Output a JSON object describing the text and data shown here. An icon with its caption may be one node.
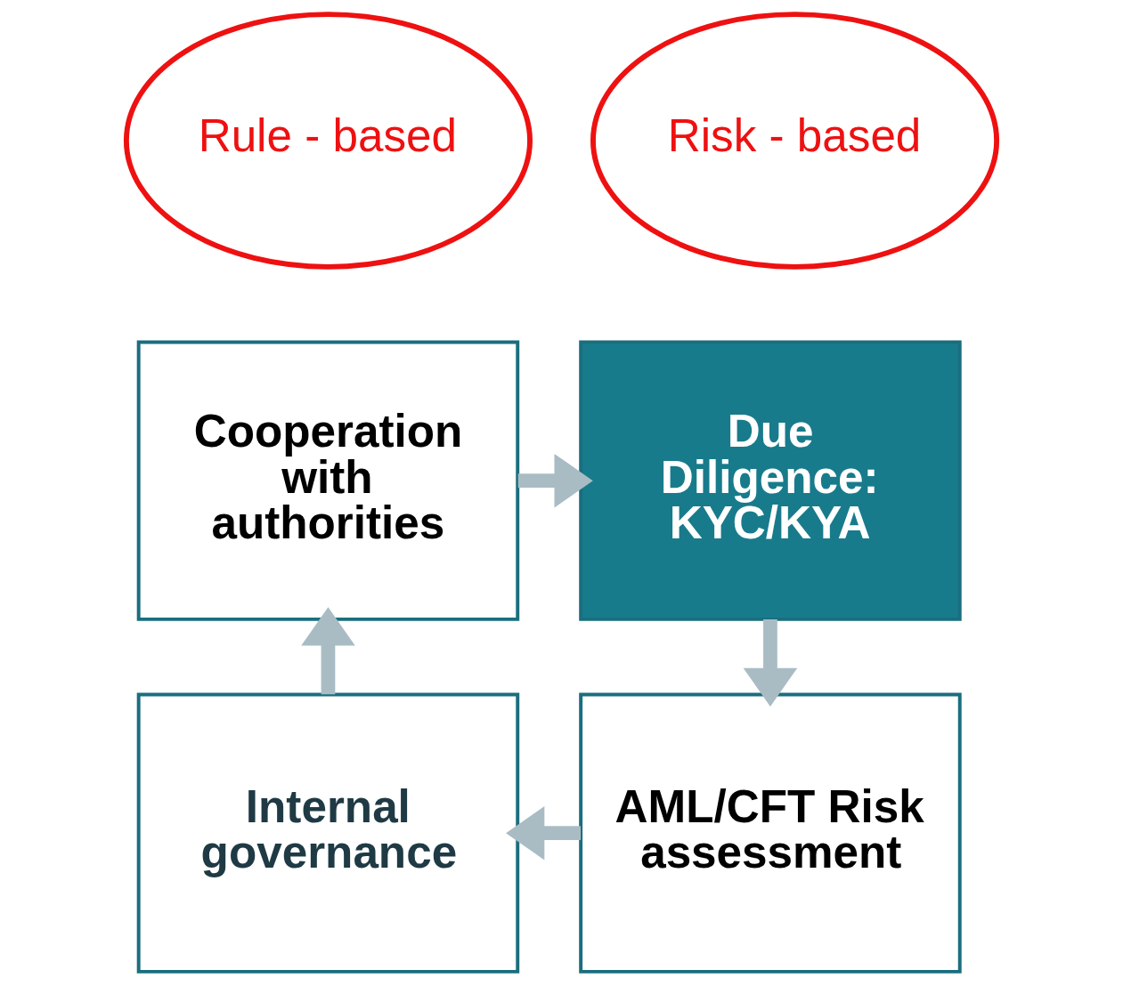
{
  "diagram": {
    "nodes": [
      {
        "text": [
          "Rule - based"
        ]
      },
      {
        "text": [
          "Risk - based"
        ]
      },
      {
        "text": [
          "Cooperation with authorities"
        ]
      },
      {
        "text": [
          "Due Diligence: KYC/KYA"
        ]
      },
      {
        "text": [
          "AML/CFT Risk assessment"
        ]
      },
      {
        "text": [
          "Internal governance"
        ]
      }
    ],
    "edges": [
      {
        "from": 2,
        "to": 3,
        "arrow": "to"
      },
      {
        "from": 3,
        "to": 4,
        "arrow": "to"
      },
      {
        "from": 4,
        "to": 5,
        "arrow": "to"
      },
      {
        "from": 5,
        "to": 2,
        "arrow": "to"
      }
    ]
  }
}
